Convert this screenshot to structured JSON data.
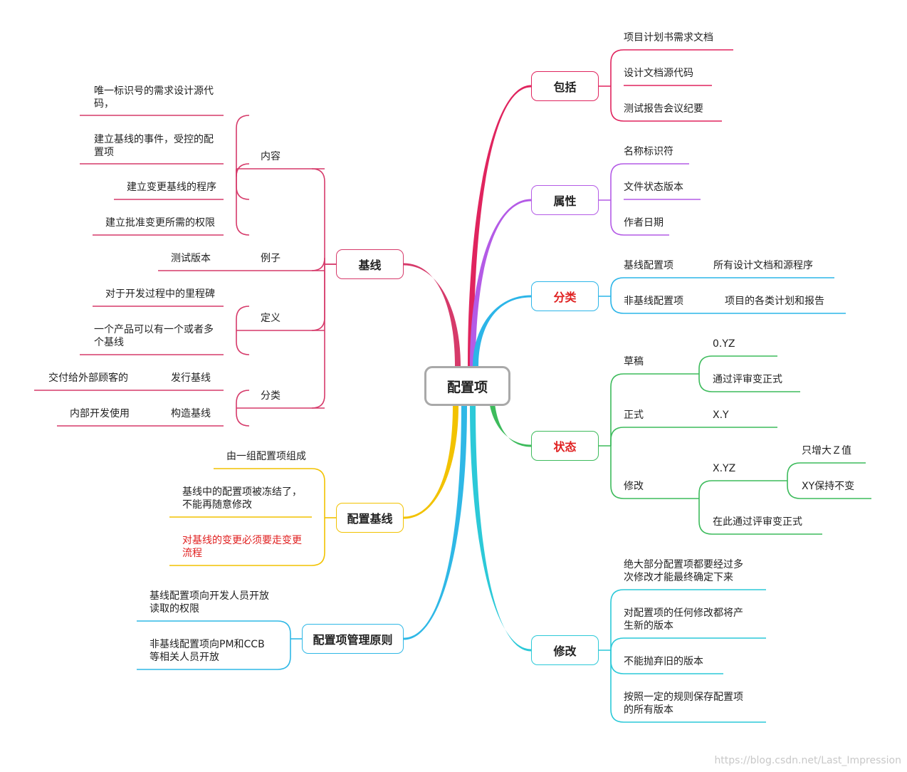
{
  "center": "配置项",
  "branches": {
    "baokuo": {
      "label": "包括",
      "items": [
        "项目计划书需求文档",
        "设计文档源代码",
        "测试报告会议纪要"
      ]
    },
    "shuxing": {
      "label": "属性",
      "items": [
        "名称标识符",
        "文件状态版本",
        "作者日期"
      ]
    },
    "fenlei": {
      "label": "分类",
      "items": [
        {
          "name": "基线配置项",
          "detail": "所有设计文档和源程序"
        },
        {
          "name": "非基线配置项",
          "detail": "项目的各类计划和报告"
        }
      ]
    },
    "zhuangtai": {
      "label": "状态",
      "caogao": {
        "label": "草稿",
        "items": [
          "0.YZ",
          "通过评审变正式"
        ]
      },
      "zhengshi": {
        "label": "正式",
        "value": "X.Y"
      },
      "xiugai": {
        "label": "修改",
        "xyz": "X.YZ",
        "xyz_items": [
          "只增大Ｚ值",
          "XY保持不变"
        ],
        "final": "在此通过评审变正式"
      }
    },
    "xiugai": {
      "label": "修改",
      "items": [
        [
          "绝大部分配置项都要经过多",
          "次修改才能最终确定下来"
        ],
        [
          "对配置项的任何修改都将产",
          "生新的版本"
        ],
        [
          "不能抛弃旧的版本"
        ],
        [
          "按照一定的规则保存配置项",
          "的所有版本"
        ]
      ]
    },
    "jixian": {
      "label": "基线",
      "neirong": {
        "label": "内容",
        "items": [
          [
            "唯一标识号的需求设计源代",
            "码，"
          ],
          [
            "建立基线的事件，受控的配",
            "置项"
          ],
          [
            "建立变更基线的程序"
          ],
          [
            "建立批准变更所需的权限"
          ]
        ]
      },
      "lizi": {
        "label": "例子",
        "item": "测试版本"
      },
      "dingyi": {
        "label": "定义",
        "items": [
          [
            "对于开发过程中的里程碑"
          ],
          [
            "一个产品可以有一个或者多",
            "个基线"
          ]
        ]
      },
      "fenlei": {
        "label": "分类",
        "items": [
          {
            "name": "发行基线",
            "detail": "交付给外部顾客的"
          },
          {
            "name": "构造基线",
            "detail": "内部开发使用"
          }
        ]
      }
    },
    "peizhijixian": {
      "label": "配置基线",
      "items": [
        [
          "由一组配置项组成"
        ],
        [
          "基线中的配置项被冻结了，",
          "不能再随意修改"
        ],
        [
          "对基线的变更必须要走变更",
          "流程"
        ]
      ]
    },
    "yuanze": {
      "label": "配置项管理原则",
      "items": [
        [
          "基线配置项向开发人员开放",
          "读取的权限"
        ],
        [
          "非基线配置项向PM和CCB",
          "等相关人员开放"
        ]
      ]
    }
  },
  "watermark": "https://blog.csdn.net/Last_Impression",
  "colors": {
    "baokuo": "#e0245e",
    "shuxing": "#b45be6",
    "fenlei": "#2cb5e8",
    "zhuangtai": "#3dbb5c",
    "xiugai": "#2cc9d8",
    "jixian": "#d63a6a",
    "peizhijixian": "#f2c200",
    "yuanze": "#2fb8e6",
    "emphasis": "#e02020",
    "center_border": "#a9a9a9"
  }
}
